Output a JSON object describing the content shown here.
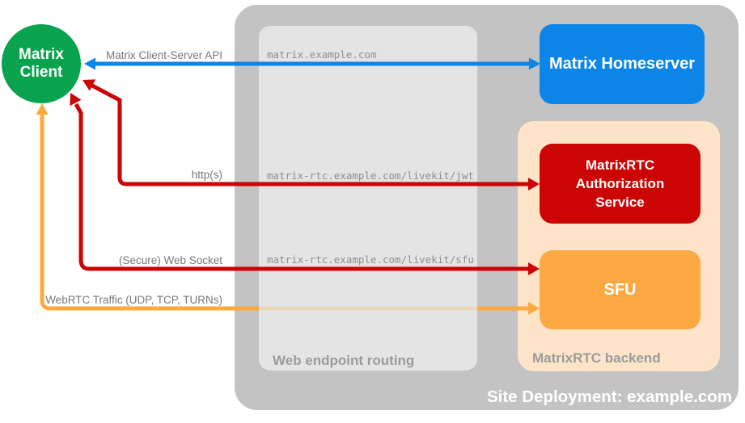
{
  "diagram_title": "Site Deployment: example.com",
  "containers": {
    "site_deployment": {
      "label": "Site Deployment: example.com"
    },
    "web_endpoint_routing": {
      "label": "Web endpoint routing"
    },
    "matrixrtc_backend": {
      "label": "MatrixRTC backend"
    }
  },
  "nodes": {
    "matrix_client": {
      "label": "Matrix Client",
      "shape": "circle",
      "color": "#09a24e"
    },
    "matrix_homeserver": {
      "label": "Matrix Homeserver",
      "shape": "rounded-rect",
      "color": "#0b86e8"
    },
    "matrixrtc_authorization_service": {
      "label": "MatrixRTC Authorization Service",
      "shape": "rounded-rect",
      "color": "#cb0404"
    },
    "sfu": {
      "label": "SFU",
      "shape": "rounded-rect",
      "color": "#fca943"
    }
  },
  "endpoints": [
    "matrix.example.com",
    "matrix-rtc.example.com/livekit/jwt",
    "matrix-rtc.example.com/livekit/sfu"
  ],
  "arrows": [
    {
      "label": "Matrix Client-Server API",
      "from": "matrix_client",
      "to": "matrix_homeserver",
      "direction": "bidirectional",
      "color": "#0b86e8",
      "via": "matrix.example.com"
    },
    {
      "label": "http(s)",
      "from": "matrix_client",
      "to": "matrixrtc_authorization_service",
      "direction": "bidirectional",
      "color": "#cb0404",
      "via": "matrix-rtc.example.com/livekit/jwt"
    },
    {
      "label": "(Secure) Web Socket",
      "from": "matrix_client",
      "to": "sfu",
      "direction": "bidirectional",
      "color": "#cb0404",
      "via": "matrix-rtc.example.com/livekit/sfu"
    },
    {
      "label": "WebRTC Traffic (UDP, TCP, TURNs)",
      "from": "matrix_client",
      "to": "sfu",
      "direction": "bidirectional",
      "color": "#fbaa3f"
    }
  ],
  "colors": {
    "green": "#09a24e",
    "blue": "#0b86e8",
    "red": "#cb0404",
    "orange_box": "#fca943",
    "orange_arrow": "#fbaa3f",
    "peach_container": "#fde4c8",
    "outer_gray": "#c3c3c3",
    "inner_gray": "#e4e4e4",
    "gray_text": "#8e8e8e",
    "white_text": "#ffffff"
  }
}
